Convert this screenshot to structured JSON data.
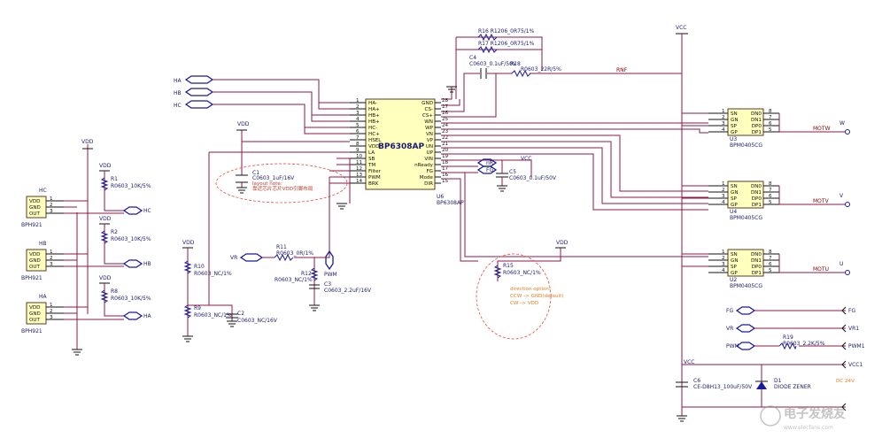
{
  "ic": {
    "name": "BP6308AP",
    "ref": "U6",
    "value": "BP6308AP",
    "left_pins": [
      {
        "n": "1",
        "name": "HA-"
      },
      {
        "n": "2",
        "name": "HA+"
      },
      {
        "n": "3",
        "name": "HB+"
      },
      {
        "n": "4",
        "name": "HB+"
      },
      {
        "n": "5",
        "name": "HC-"
      },
      {
        "n": "6",
        "name": "HC+"
      },
      {
        "n": "7",
        "name": "HSEL"
      },
      {
        "n": "8",
        "name": "VDD"
      },
      {
        "n": "9",
        "name": "LA"
      },
      {
        "n": "10",
        "name": "SB"
      },
      {
        "n": "11",
        "name": "TM"
      },
      {
        "n": "12",
        "name": "Filter"
      },
      {
        "n": "13",
        "name": "PWM"
      },
      {
        "n": "14",
        "name": "BRK"
      }
    ],
    "right_pins": [
      {
        "n": "28",
        "name": "GND"
      },
      {
        "n": "27",
        "name": "CS-"
      },
      {
        "n": "26",
        "name": "CS+"
      },
      {
        "n": "25",
        "name": "WN"
      },
      {
        "n": "24",
        "name": "WP"
      },
      {
        "n": "23",
        "name": "VN"
      },
      {
        "n": "22",
        "name": "VP"
      },
      {
        "n": "21",
        "name": "UN"
      },
      {
        "n": "20",
        "name": "UP"
      },
      {
        "n": "19",
        "name": "VIN"
      },
      {
        "n": "18",
        "name": "nReady"
      },
      {
        "n": "17",
        "name": "FG"
      },
      {
        "n": "16",
        "name": "Mode"
      },
      {
        "n": "15",
        "name": "DIR"
      }
    ]
  },
  "hall_sensors": [
    {
      "ref": "HC",
      "part": "BPH921",
      "pins": [
        "VDD",
        "GND",
        "OUT"
      ],
      "nums": [
        "1",
        "2",
        "3"
      ]
    },
    {
      "ref": "HB",
      "part": "BPH921",
      "pins": [
        "VDD",
        "GND",
        "OUT"
      ],
      "nums": [
        "1",
        "2",
        "3"
      ]
    },
    {
      "ref": "HA",
      "part": "BPH921",
      "pins": [
        "VDD",
        "GND",
        "OUT"
      ],
      "nums": [
        "1",
        "2",
        "3"
      ]
    }
  ],
  "pullups": [
    {
      "ref": "R1",
      "value": "R0603_10K/5%",
      "net": "HC"
    },
    {
      "ref": "R2",
      "value": "R0603_10K/5%",
      "net": "HB"
    },
    {
      "ref": "R8",
      "value": "R0603_10K/5%",
      "net": "HA"
    }
  ],
  "mosfets": [
    {
      "ref": "U3",
      "value": "BPM0405CG",
      "net": "MOTW",
      "conn": "W"
    },
    {
      "ref": "U4",
      "value": "BPM0405CG",
      "net": "MOTV",
      "conn": "V"
    },
    {
      "ref": "U2",
      "value": "BPM0405CG",
      "net": "MOTU",
      "conn": "U"
    }
  ],
  "mos_left_pins": [
    {
      "n": "1",
      "name": "SN"
    },
    {
      "n": "2",
      "name": "GN"
    },
    {
      "n": "3",
      "name": "SP"
    },
    {
      "n": "4",
      "name": "GP"
    }
  ],
  "mos_right_pins": [
    {
      "n": "8",
      "name": "DN0"
    },
    {
      "n": "7",
      "name": "DN1"
    },
    {
      "n": "6",
      "name": "DP0"
    },
    {
      "n": "5",
      "name": "DP1"
    }
  ],
  "labels": {
    "vdd": "VDD",
    "vcc": "VCC",
    "vcc1": "VCC1",
    "ha": "HA",
    "hb": "HB",
    "hc": "HC",
    "vr": "VR",
    "pwm": "PWM",
    "fg": "FG",
    "nr": "nR",
    "rnf": "RNF",
    "vr1": "VR1",
    "pwm1": "PWM1",
    "r16": "R16  R1206_0R75/1%",
    "r17": "R17  R1206_0R75/1%",
    "c4": "C4",
    "c4v": "C0603_0.1uF/50V",
    "r18": "R18",
    "r18v": "R0603_22R/5%",
    "c1": "C1",
    "c1v": "C0603_1uF/16V",
    "note1": "layout note:",
    "note2": "靠近芯片芯片VDD引脚布局",
    "c5": "C5",
    "c5v": "C0603_0.1uF/50V",
    "r10": "R10",
    "r10v": "R0603_NC/1%",
    "r9": "R9",
    "r9v": "R0603_NC/1%",
    "c2": "C2",
    "c2v": "C0603_NC/16V",
    "r11": "R11",
    "r11v": "R0603_0R/1%",
    "r12": "R12",
    "r12v": "R0603_NC/1%",
    "c3": "C3",
    "c3v": "C0603_2.2uF/16V",
    "r15": "R15",
    "r15v": "R0603_NC/1%",
    "dir1": "direction option:",
    "dir2": "CCW -> GND(default)",
    "dir3": "CW  -> VDD",
    "r19": "R19",
    "r19v": "R0603_2.2K/5%",
    "c6": "C6",
    "c6v": "CE-D8H13_100uF/50V",
    "d1": "D1",
    "d1v": "DIODE ZENER",
    "dc": "DC  24V",
    "watermark": "电子发烧友",
    "watermark_url": "www.elecfans.com"
  }
}
